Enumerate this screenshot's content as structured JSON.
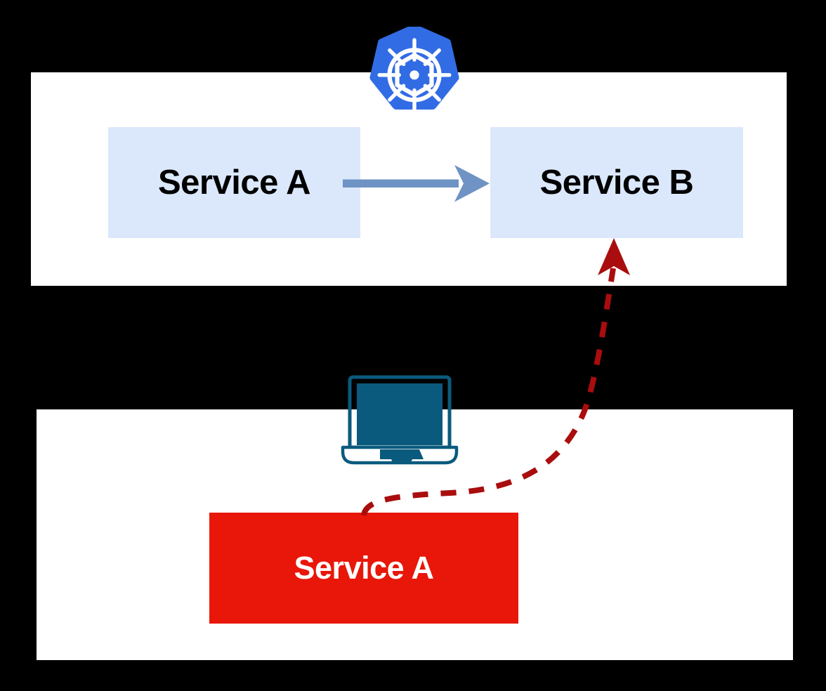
{
  "diagram": {
    "title": "Kubernetes local development traffic interception",
    "background_color": "#000000",
    "panels": [
      {
        "id": "cluster-panel",
        "name": "kubernetes-cluster-panel",
        "background": "#ffffff"
      },
      {
        "id": "local-panel",
        "name": "local-machine-panel",
        "background": "#ffffff"
      }
    ]
  },
  "cluster": {
    "logo_name": "kubernetes-logo",
    "logo_color": "#326ce5",
    "logo_wheel_color": "#ffffff",
    "service_a": {
      "label": "Service A",
      "fill": "#dbe8fb",
      "text_color": "#000000"
    },
    "service_b": {
      "label": "Service B",
      "fill": "#dbe8fb",
      "text_color": "#000000"
    },
    "call_arrow": {
      "name": "service-a-to-service-b-arrow",
      "color": "#6e93c4",
      "style": "solid"
    }
  },
  "local": {
    "laptop_icon_name": "laptop-icon",
    "laptop_color": "#0a5a7d",
    "service_a": {
      "label": "Service A",
      "fill": "#e81709",
      "text_color": "#ffffff"
    },
    "intercept_arrow": {
      "name": "local-service-a-to-service-b-arrow",
      "color": "#a90d0d",
      "style": "dashed"
    }
  },
  "colors": {
    "kubernetes_blue": "#326ce5",
    "box_blue": "#dbe8fb",
    "arrow_blue": "#6e93c4",
    "local_red": "#e81709",
    "dashed_red": "#a90d0d",
    "laptop_teal": "#0a5a7d",
    "panel_white": "#ffffff",
    "background_black": "#000000"
  }
}
